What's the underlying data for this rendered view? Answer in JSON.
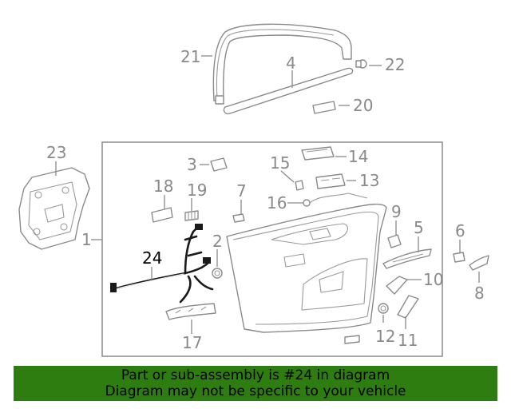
{
  "callouts": {
    "c1": "1",
    "c2": "2",
    "c3": "3",
    "c4": "4",
    "c5": "5",
    "c6": "6",
    "c7": "7",
    "c8": "8",
    "c9": "9",
    "c10": "10",
    "c11": "11",
    "c12": "12",
    "c13": "13",
    "c14": "14",
    "c15": "15",
    "c16": "16",
    "c17": "17",
    "c18": "18",
    "c19": "19",
    "c20": "20",
    "c21": "21",
    "c22": "22",
    "c23": "23",
    "c24": "24"
  },
  "highlight": {
    "part": "24",
    "color": "#000000"
  },
  "banner": {
    "line1": "Part or sub-assembly is #24 in diagram",
    "line2": "Diagram may not be specific to your vehicle",
    "color": "#2e7d10"
  }
}
